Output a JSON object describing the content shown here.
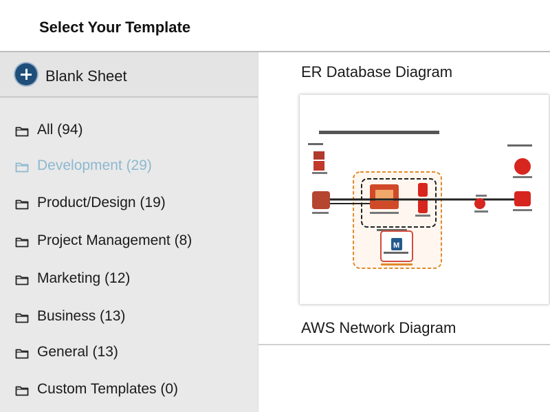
{
  "header": {
    "title": "Select Your Template"
  },
  "sidebar": {
    "blank_sheet": {
      "label": "Blank Sheet",
      "icon": "plus-circle-icon"
    },
    "categories": [
      {
        "label": "All (94)",
        "active": false
      },
      {
        "label": "Development (29)",
        "active": true
      },
      {
        "label": "Product/Design (19)",
        "active": false
      },
      {
        "label": "Project Management (8)",
        "active": false
      },
      {
        "label": "Marketing (12)",
        "active": false
      },
      {
        "label": "Business (13)",
        "active": false
      },
      {
        "label": "General (13)",
        "active": false
      },
      {
        "label": "Custom Templates (0)",
        "active": false
      }
    ]
  },
  "templates": [
    {
      "title": "ER Database Diagram"
    },
    {
      "title": "AWS Network Diagram"
    }
  ],
  "colors": {
    "accent_active": "#8db8d0",
    "plus_icon": "#1f4e7a",
    "diagram_red": "#c0392b",
    "diagram_orange": "#e08a2a"
  }
}
